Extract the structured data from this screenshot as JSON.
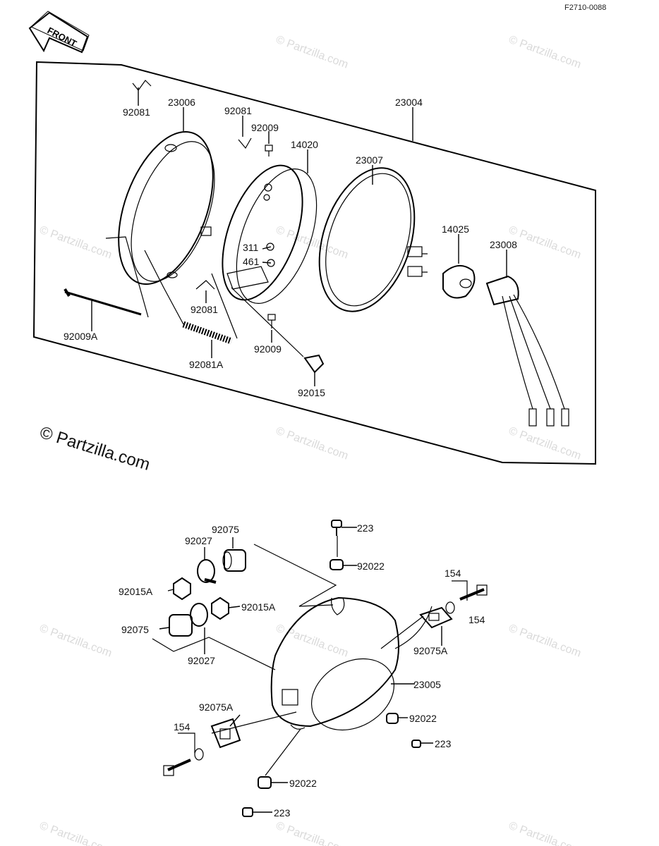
{
  "ref_code": "F2710-0088",
  "front_label": "FRONT",
  "copyright_main": "© Partzilla.com",
  "watermark": "© Partzilla.com",
  "top_labels": {
    "l92081_top": "92081",
    "l23006": "23006",
    "l92081_mid": "92081",
    "l92009_top": "92009",
    "l14020": "14020",
    "l23004": "23004",
    "l23007": "23007",
    "l14025": "14025",
    "l23008": "23008",
    "l311": "311",
    "l461": "461",
    "l92081_low": "92081",
    "l92009A": "92009A",
    "l92081A": "92081A",
    "l92009_low": "92009",
    "l92015": "92015"
  },
  "bottom_labels": {
    "l92075_a": "92075",
    "l92027_a": "92027",
    "l223_top": "223",
    "l92022_top": "92022",
    "l92015A_a": "92015A",
    "l92015A_b": "92015A",
    "l92075_b": "92075",
    "l92027_b": "92027",
    "l154_r1": "154",
    "l154_r2": "154",
    "l92075A_r": "92075A",
    "l23005": "23005",
    "l92075A_l": "92075A",
    "l92022_r": "92022",
    "l154_l": "154",
    "l223_r": "223",
    "l92022_b": "92022",
    "l223_b": "223"
  }
}
